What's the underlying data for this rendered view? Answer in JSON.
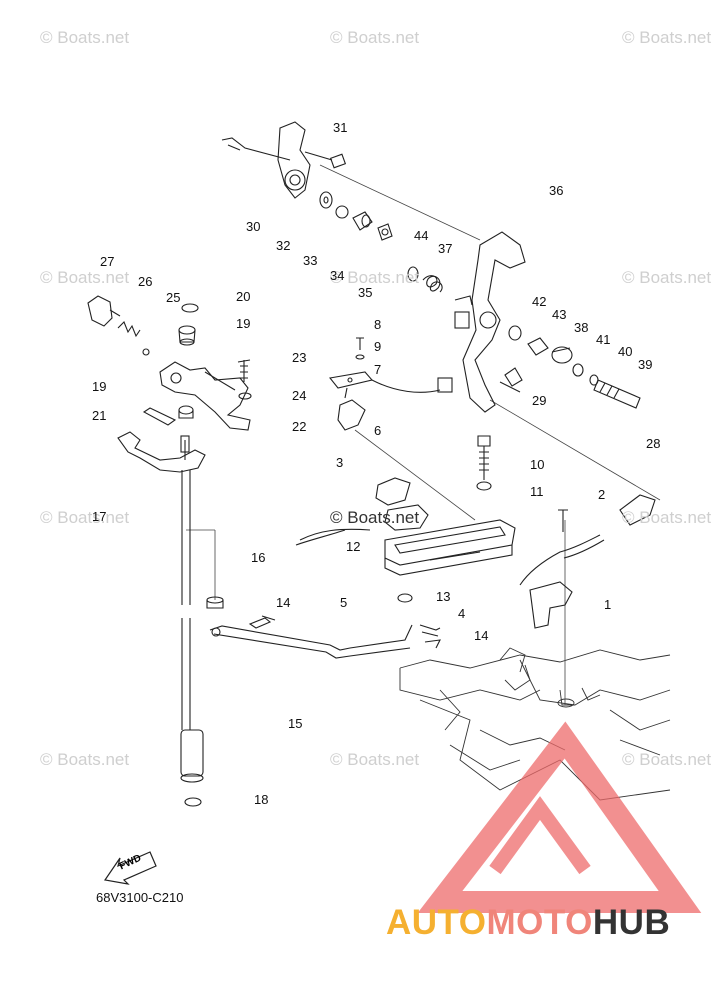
{
  "diagram": {
    "drawing_code": "68V3100-C210",
    "fwd_label": "FWD",
    "watermark_text": "© Boats.net",
    "part_labels": [
      "1",
      "2",
      "3",
      "4",
      "5",
      "6",
      "7",
      "8",
      "9",
      "10",
      "11",
      "12",
      "13",
      "14",
      "15",
      "16",
      "17",
      "18",
      "19",
      "20",
      "21",
      "22",
      "23",
      "24",
      "25",
      "26",
      "27",
      "28",
      "29",
      "30",
      "31",
      "32",
      "33",
      "34",
      "35",
      "36",
      "37",
      "38",
      "39",
      "40",
      "41",
      "42",
      "43",
      "44"
    ]
  },
  "brand": {
    "part1": "AUTO",
    "part2": "MOTO",
    "part3": "HUB",
    "colors": {
      "auto": "#f5b030",
      "moto": "#f0857a",
      "hub": "#333333",
      "logo": "#ee6b6b"
    }
  }
}
